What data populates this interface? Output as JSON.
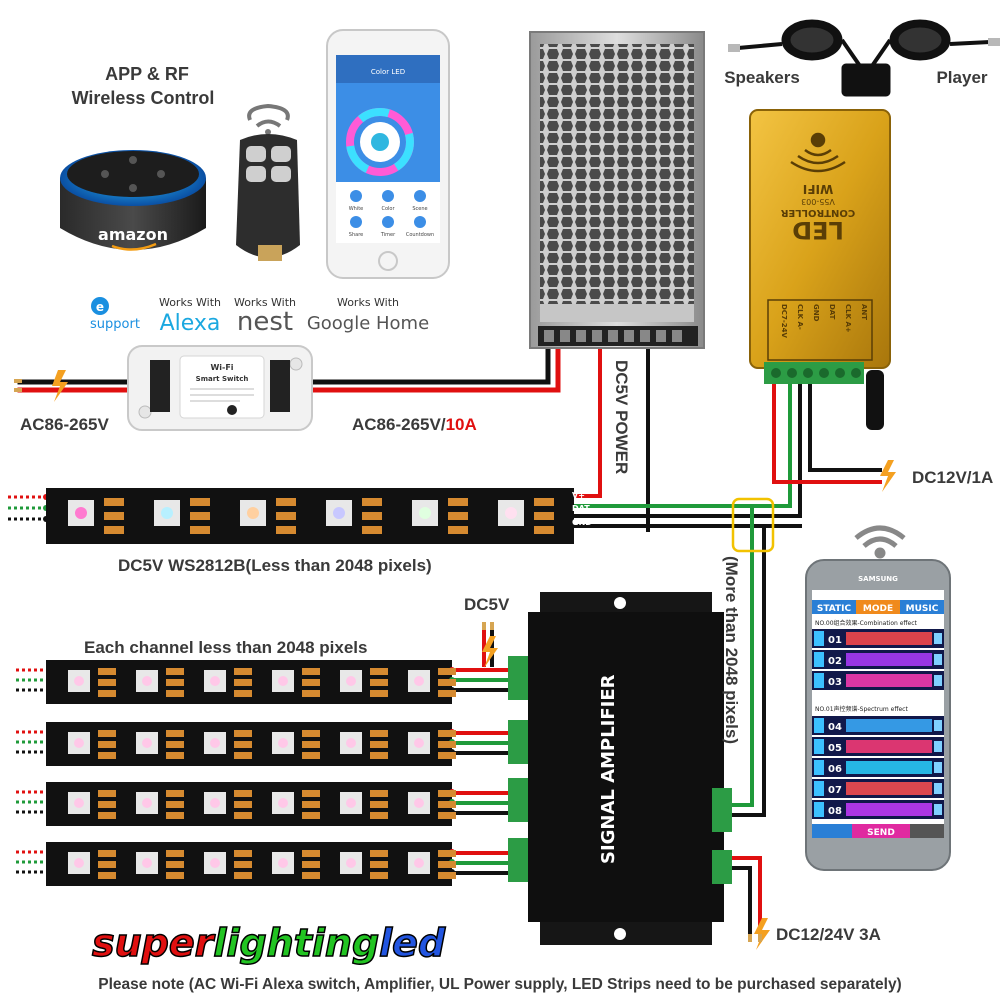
{
  "labels": {
    "app_rf_line1": "APP & RF",
    "app_rf_line2": "Wireless Control",
    "speakers": "Speakers",
    "player": "Player",
    "ac_in": "AC86-265V",
    "ac_out_prefix": "AC86-265V/",
    "ac_out_amp": "10A",
    "dc5v_power": "DC5V POWER",
    "dc12v_1a": "DC12V/1A",
    "strip_main": "DC5V WS2812B(Less than 2048 pixels)",
    "more_than": "(More than 2048 pixels)",
    "dc5v": "DC5V",
    "each_channel": "Each channel less than 2048 pixels",
    "dc12_24v": "DC12/24V 3A",
    "note": "Please note (AC Wi-Fi Alexa switch, Amplifier, UL Power supply, LED Strips need to be purchased separately)"
  },
  "logos": {
    "works_alexa_top": "Works With",
    "works_alexa": "Alexa",
    "works_nest_top": "Works With",
    "works_nest": "nest",
    "works_google_top": "Works With",
    "works_google": "Google Home",
    "esupport_e": "e",
    "esupport": "support",
    "amazon": "amazon",
    "brand_super": "super",
    "brand_lighting": "lighting",
    "brand_led": "led"
  },
  "devices": {
    "switch_title": "Wi-Fi",
    "switch_subtitle": "Smart Switch",
    "controller_wifi": "WIFI",
    "controller_name": "LED",
    "controller_sub": "CONTROLLER",
    "controller_model": "V55-003",
    "controller_pins": [
      "ANT",
      "CLK A+",
      "DAT",
      "GND",
      "CLK A-",
      "DC7-24V"
    ],
    "strip_pins": [
      "V+",
      "DAT",
      "GND"
    ],
    "amplifier": "SIGNAL AMPLIFIER"
  },
  "phone_app": {
    "title": "Color LED",
    "buttons": [
      "White",
      "Color",
      "Scene",
      "Share",
      "Timer",
      "Countdown"
    ]
  },
  "samsung_app": {
    "brand": "SAMSUNG",
    "tabs": [
      "STATIC",
      "MODE",
      "MUSIC"
    ],
    "section1": "NO.00组合效果-Combination effect",
    "section2": "NO.01声控频谱-Spectrum effect",
    "rows": [
      "01",
      "02",
      "03",
      "04",
      "05",
      "06",
      "07",
      "08"
    ],
    "send": "SEND"
  },
  "colors": {
    "wire_red": "#e01010",
    "wire_black": "#111111",
    "wire_green": "#1f9a3a",
    "gold": "#d9a21a",
    "label": "#3a3a3a",
    "accent_red": "#e01010"
  }
}
